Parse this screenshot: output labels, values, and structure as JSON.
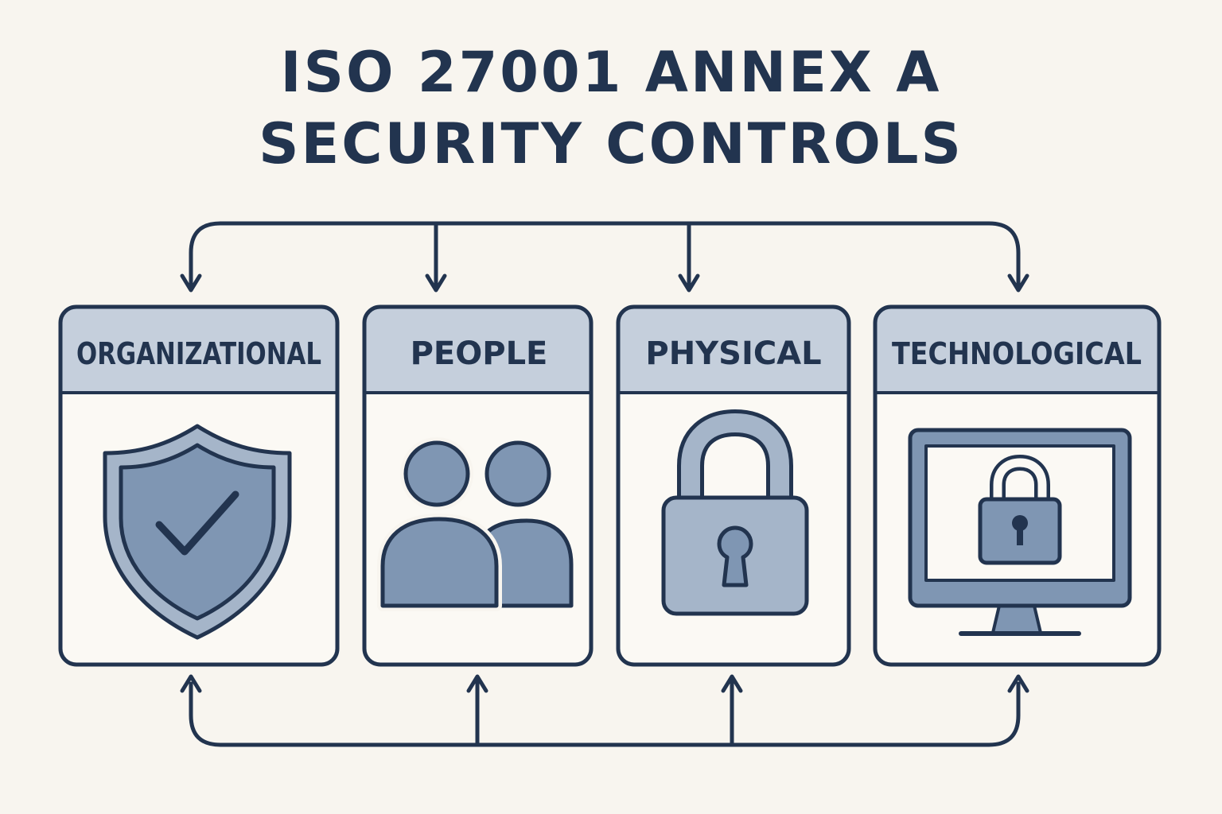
{
  "title": {
    "line1": "ISO 27001 ANNEX A",
    "line2": "SECURITY CONTROLS"
  },
  "categories": [
    {
      "label": "ORGANIZATIONAL",
      "icon": "shield-check-icon"
    },
    {
      "label": "PEOPLE",
      "icon": "people-icon"
    },
    {
      "label": "PHYSICAL",
      "icon": "padlock-icon"
    },
    {
      "label": "TECHNOLOGICAL",
      "icon": "monitor-lock-icon"
    }
  ],
  "colors": {
    "background": "#f8f5ef",
    "ink": "#22344f",
    "header_fill": "#c5cfdc",
    "icon_fill": "#7f96b3",
    "icon_fill_light": "#a5b5c9"
  }
}
